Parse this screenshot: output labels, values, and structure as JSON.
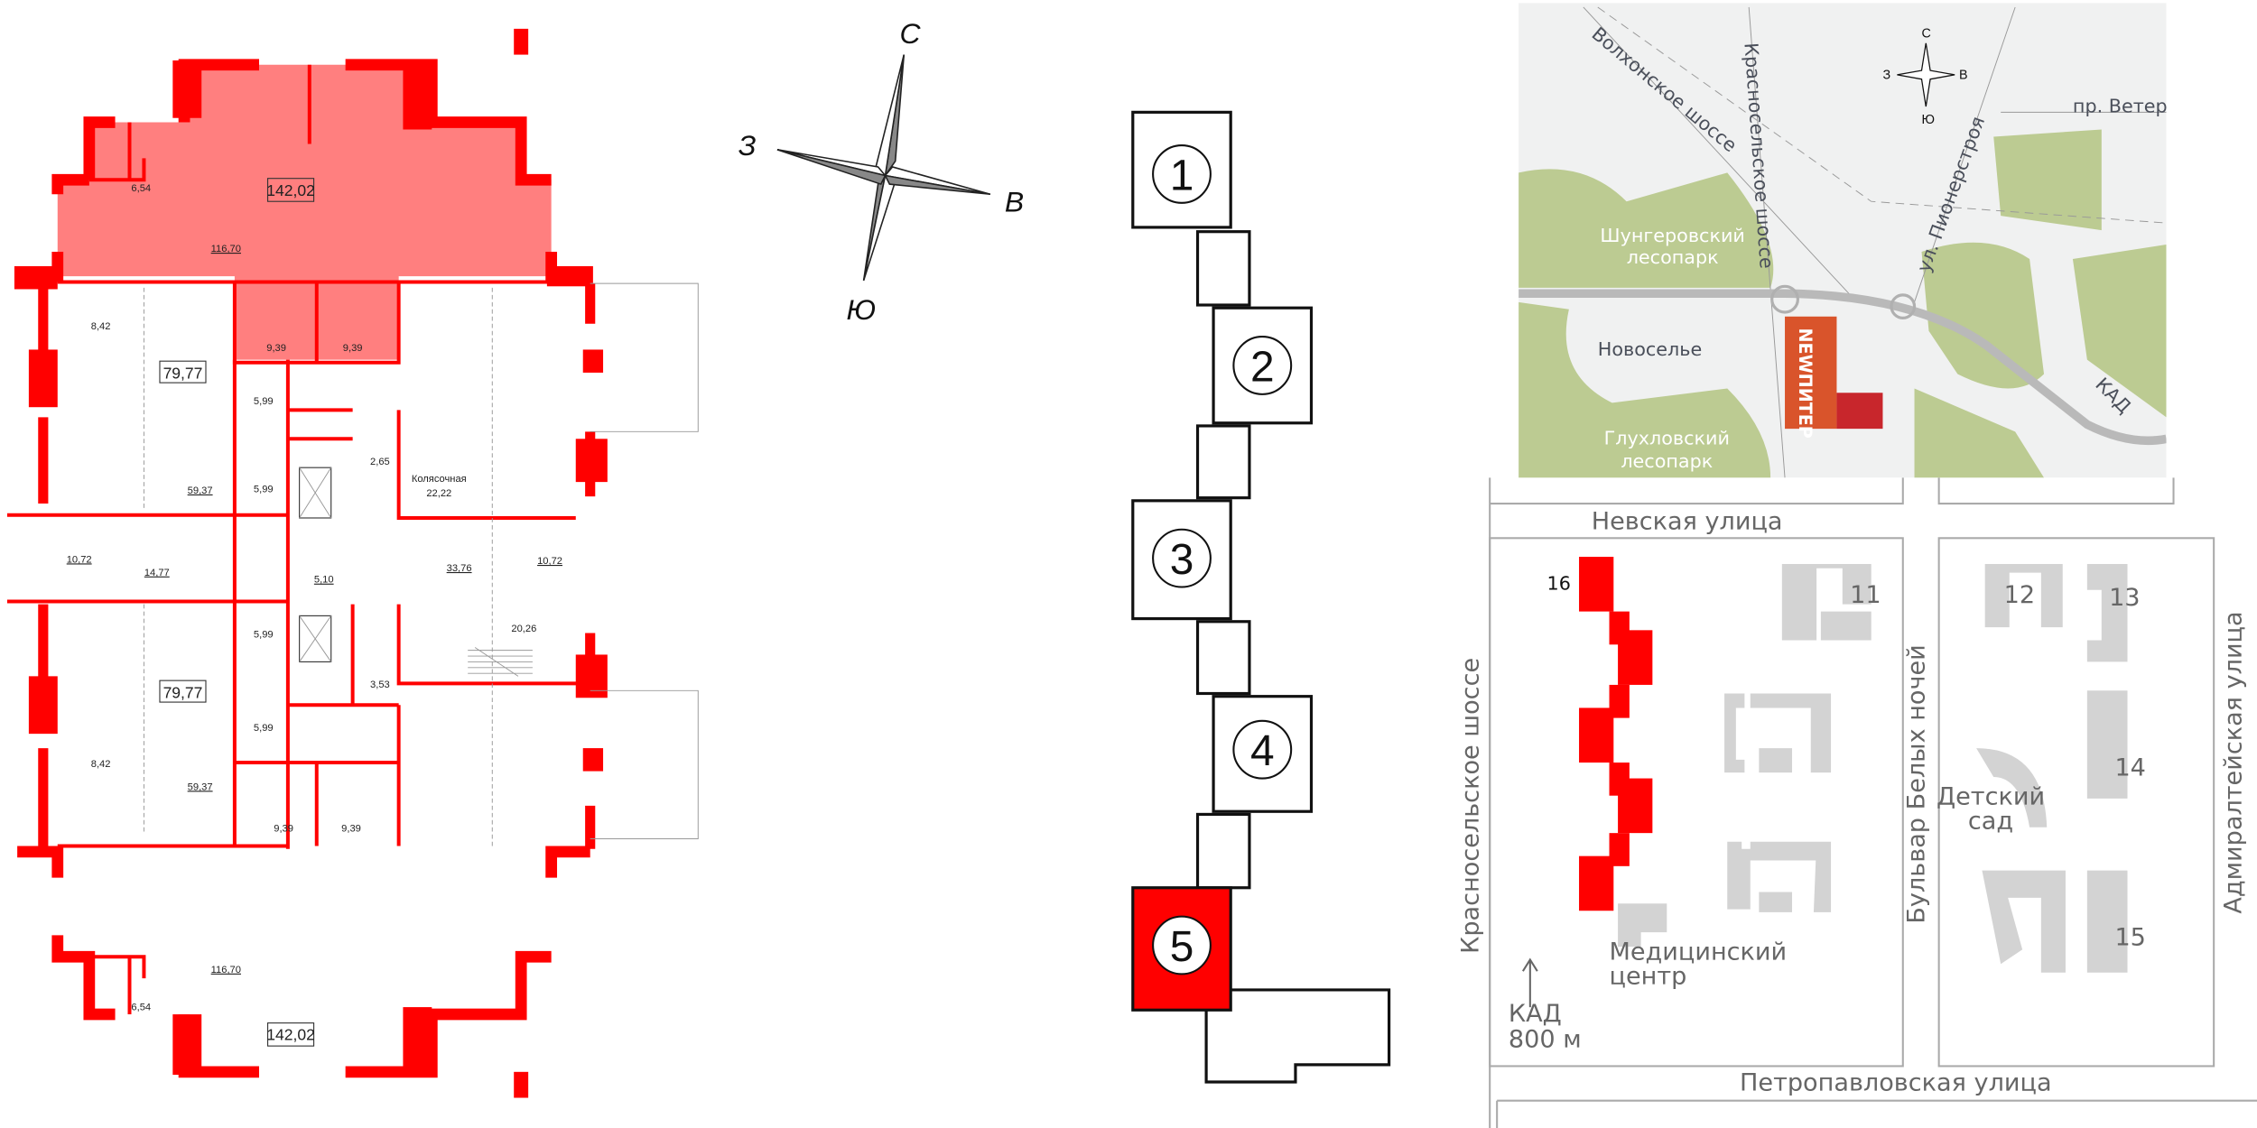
{
  "floor_plan": {
    "highlight_color": "#ff7f7f",
    "wall_color": "#ff0000",
    "top_unit": {
      "total": "142,02",
      "main": "116,70",
      "vestibule": "6,54",
      "wc_left": "9,39",
      "wc_right": "9,39"
    },
    "unit_a": {
      "total": "79,77",
      "vestibule": "8,42",
      "main": "59,37",
      "wc_top": "5,99",
      "wc_bottom": "5,99"
    },
    "core": {
      "room_265": "2,65",
      "stroller_label": "Колясочная",
      "stroller_area": "22,22",
      "lobby_left": "10,72",
      "hall": "14,77",
      "lift_hall": "5,10",
      "corridor": "33,76",
      "lobby_right": "10,72",
      "room_2026": "20,26",
      "room_353": "3,53"
    },
    "unit_b": {
      "total": "79,77",
      "vestibule": "8,42",
      "main": "59,37",
      "wc_top": "5,99",
      "wc_bottom": "5,99"
    },
    "bottom_unit": {
      "total": "142,02",
      "main": "116,70",
      "vestibule": "6,54",
      "wc_left": "9,39",
      "wc_right": "9,39"
    }
  },
  "compass": {
    "north": "С",
    "west": "З",
    "east": "В",
    "south": "Ю"
  },
  "sections": {
    "items": [
      "1",
      "2",
      "3",
      "4",
      "5"
    ],
    "selected": "5",
    "selected_color": "#ff0000"
  },
  "location_map": {
    "compass": {
      "north": "С",
      "west": "З",
      "east": "В",
      "south": "Ю"
    },
    "roads": [
      "Волхонское шоссе",
      "Красносельское шоссе",
      "пр. Ветеранов",
      "ул. Пионерстроя",
      "КАД"
    ],
    "parks": [
      "Шунгеровский",
      "лесопарк",
      "Глухловский",
      "лесопарк"
    ],
    "district": "Новоселье",
    "project_logo": "NEWПИТЕР",
    "park_color": "#bccb92",
    "project_color": "#d9542b"
  },
  "site_plan": {
    "streets": {
      "top": "Невская улица",
      "bottom": "Петропавловская улица",
      "left": "Красносельское шоссе",
      "middle": "Бульвар Белых ночей",
      "right": "Адмиралтейская улица"
    },
    "buildings": [
      "16",
      "11",
      "12",
      "13",
      "14",
      "15"
    ],
    "kindergarten": [
      "Детский",
      "сад"
    ],
    "medical": [
      "Медицинский",
      "центр"
    ],
    "kad": [
      "КАД",
      "800 м"
    ],
    "selected_color": "#ff0000"
  }
}
